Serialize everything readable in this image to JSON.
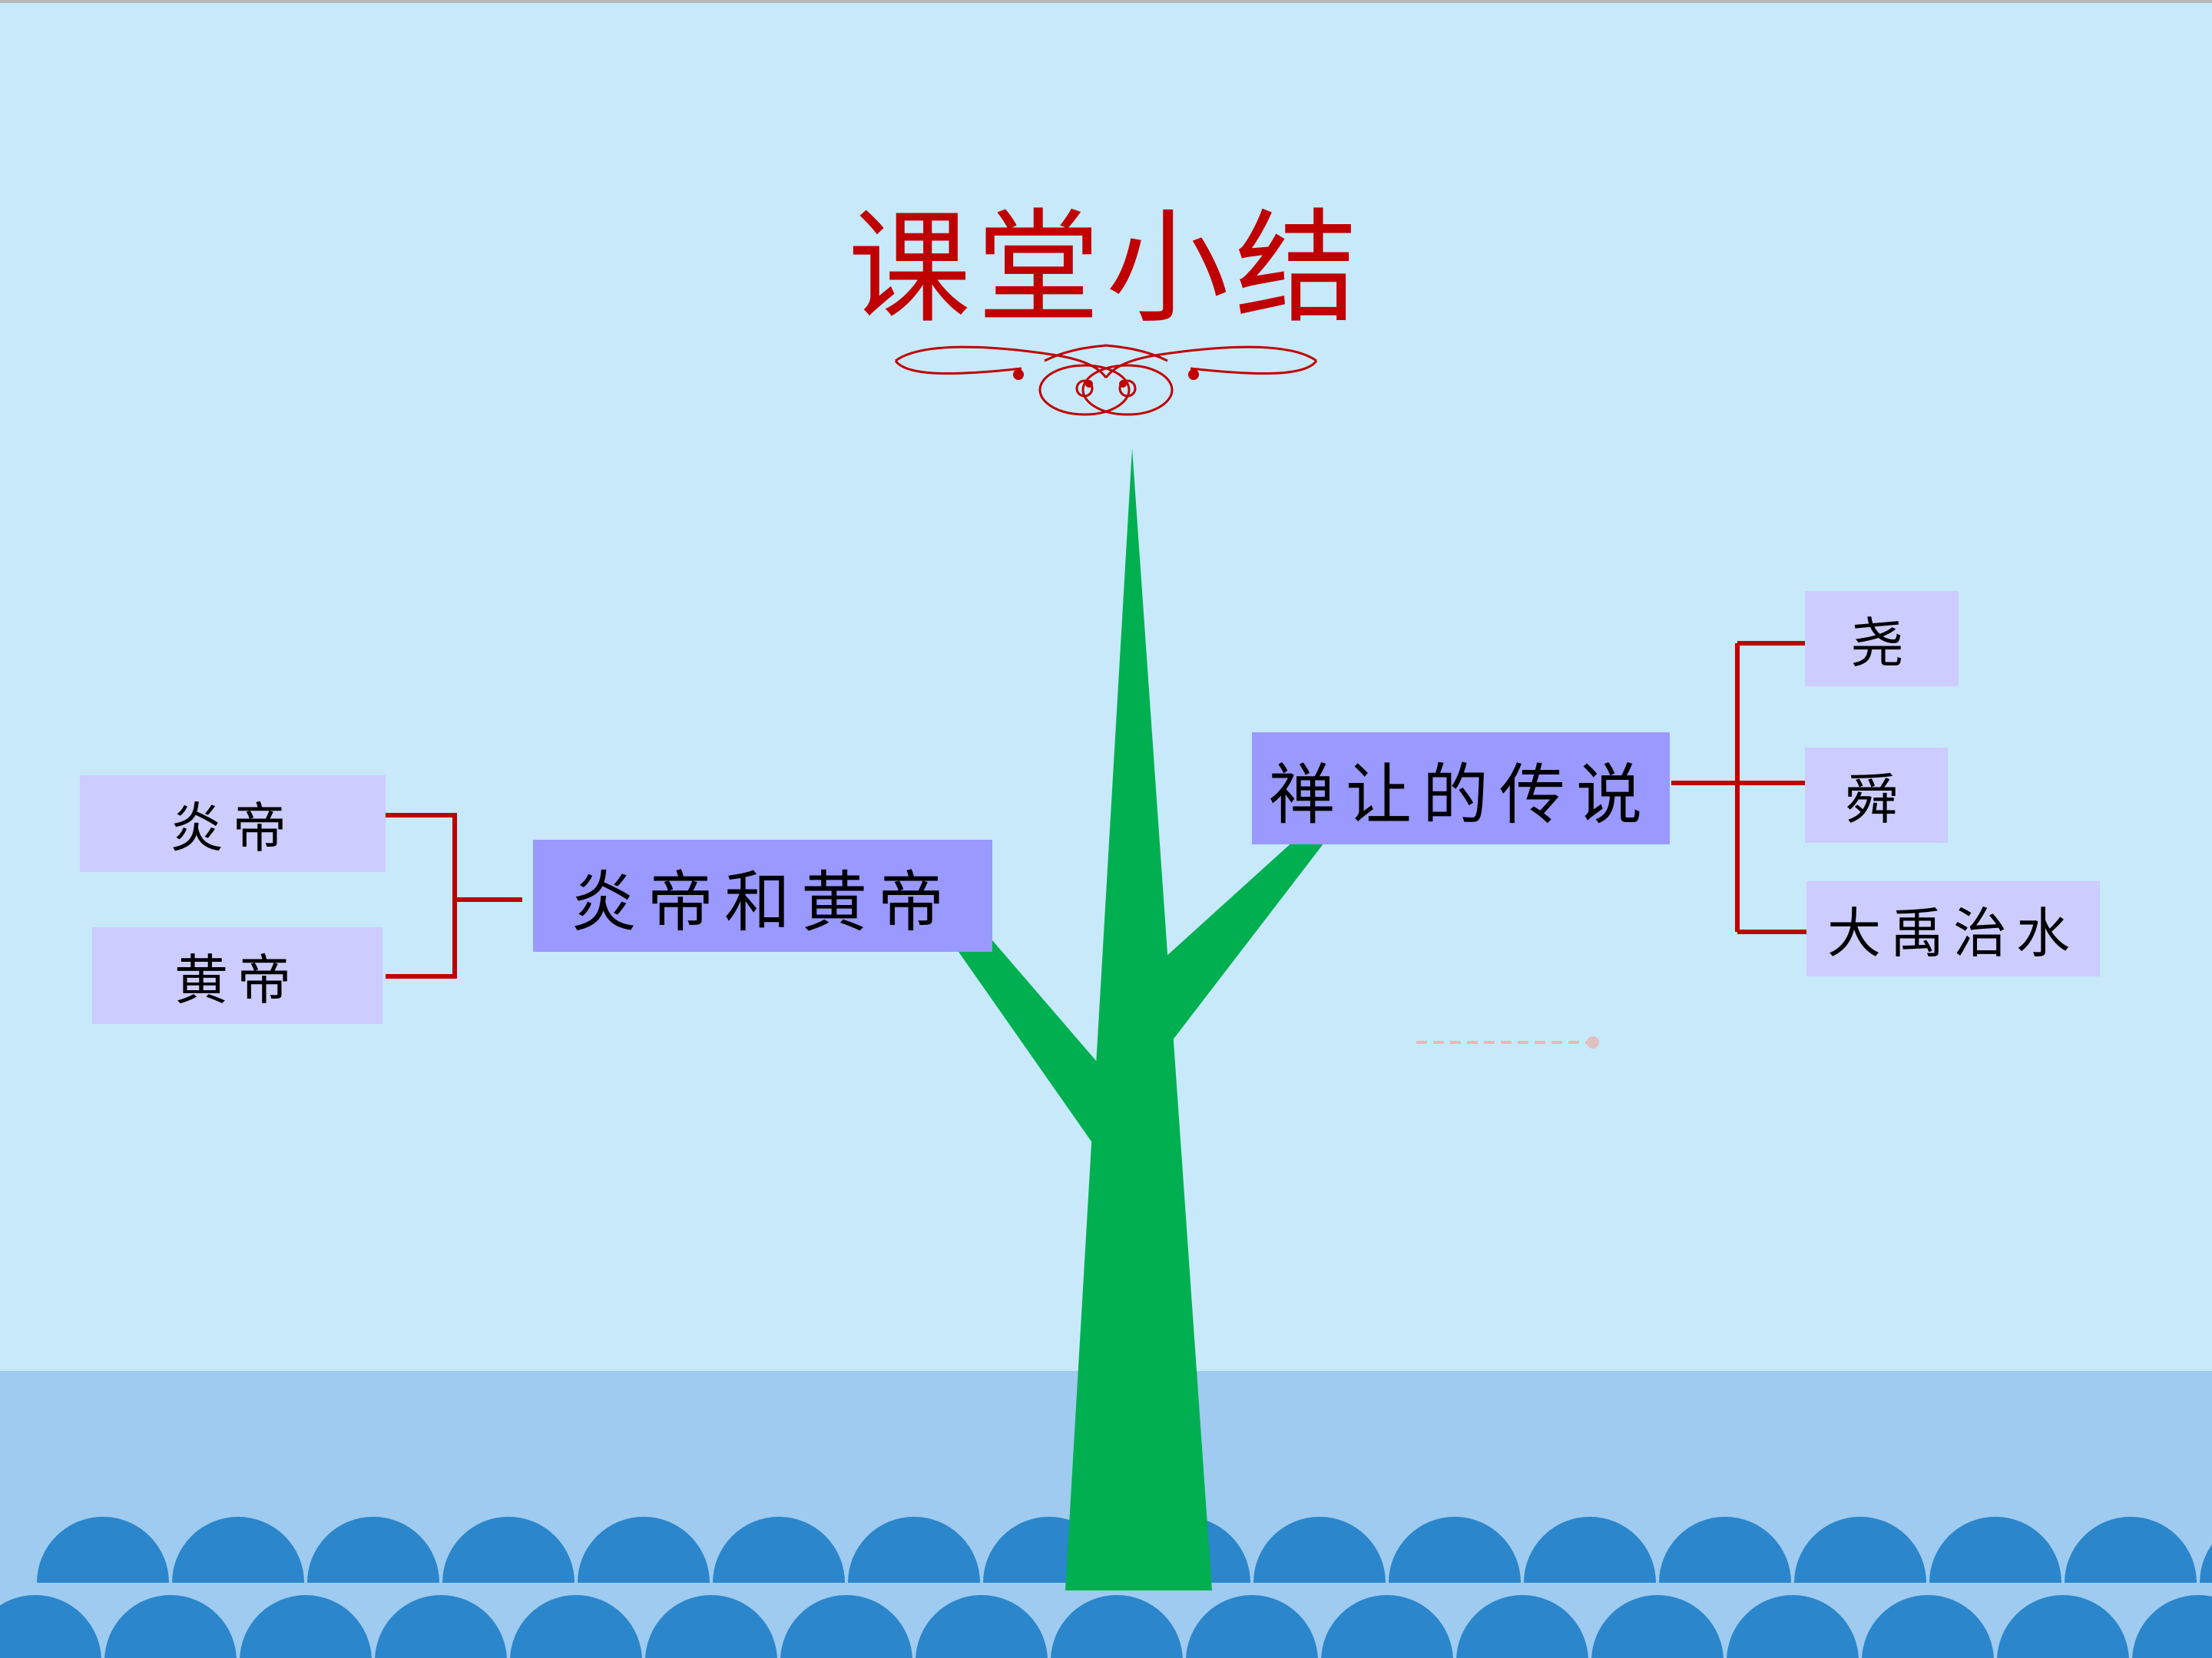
{
  "title": "课堂小结",
  "branches": {
    "left": {
      "label": "炎帝和黄帝",
      "items": [
        "炎帝",
        "黄帝"
      ]
    },
    "right": {
      "label": "禅让的传说",
      "items": [
        "尧",
        "舜",
        "大禹治水"
      ]
    }
  },
  "colors": {
    "title": "#c00000",
    "connector": "#c00000",
    "main_box": "#9999ff",
    "sub_box": "#ccccff",
    "tree": "#00b050",
    "sky": "#c7e9fa",
    "sea": "#9ecbef",
    "wave": "#2b86cc"
  }
}
